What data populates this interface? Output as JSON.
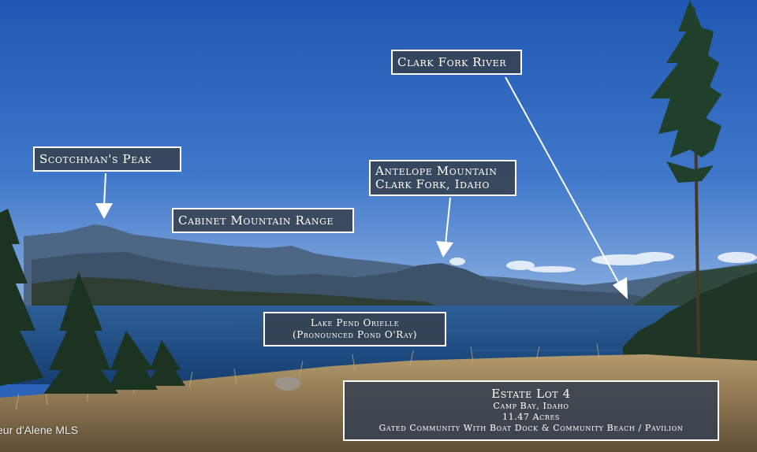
{
  "labels": {
    "scotchmans_peak": "Scotchman's Peak",
    "cabinet_range": "Cabinet Mountain Range",
    "antelope_line1": "Antelope Mountain",
    "antelope_line2": "Clark Fork, Idaho",
    "clark_fork_river": "Clark Fork River",
    "lake_line1": "Lake Pend Orielle",
    "lake_line2": "(Pronounced Pond O'Ray)"
  },
  "estate": {
    "title": "Estate Lot 4",
    "location": "Camp Bay, Idaho",
    "acreage": "11.47 Acres",
    "amenities": "Gated Community With Boat Dock & Community Beach / Pavilion"
  },
  "watermark": "eur d'Alene MLS",
  "colors": {
    "sky_top": "#1f57b3",
    "sky_horizon": "#7fa6dc",
    "lake": "#1d4f86",
    "label_fill": "#374150",
    "label_border": "#ffffff"
  }
}
